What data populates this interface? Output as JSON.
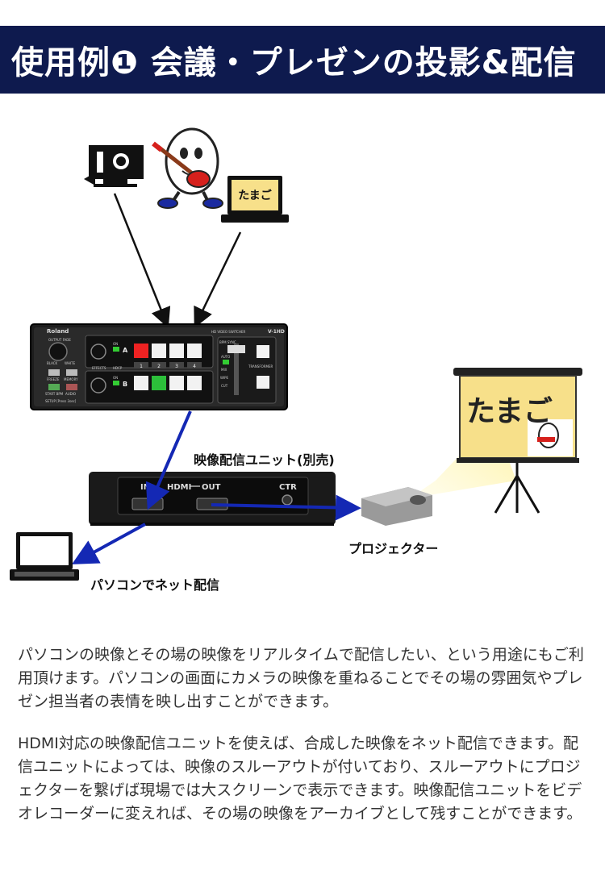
{
  "header": {
    "title": "使用例❶ 会議・プレゼンの投影&配信"
  },
  "diagram": {
    "laptop_top_screen_text": "たまご",
    "switcher": {
      "brand": "Roland",
      "model_caption": "HD VIDEO SWITCHER",
      "model": "V-1HD",
      "labels": {
        "output_fade": "OUTPUT FADE",
        "black": "BLACK",
        "white": "WHITE",
        "freeze": "FREEZE",
        "memory": "MEMORY",
        "start_bpm": "START BPM",
        "audio": "AUDIO",
        "setup": "SETUP [Press 3sec]",
        "effects": "EFFECTS",
        "hdcp": "HDCP",
        "bpm_sync": "BPM SYNC",
        "auto": "AUTO",
        "mix": "MIX",
        "wipe": "WIPE",
        "cut": "CUT",
        "transformer": "TRANSFORMER",
        "on": "ON",
        "row_a": "A",
        "row_b": "B"
      },
      "numbers": [
        "1",
        "2",
        "3",
        "4"
      ]
    },
    "streaming_unit_label": "映像配信ユニット(別売)",
    "streaming_unit_ports": {
      "in": "IN",
      "hdmi": "HDMI",
      "out": "OUT",
      "ctr": "CTR"
    },
    "projector_label": "プロジェクター",
    "pc_label": "パソコンでネット配信",
    "screen_text": "たまご"
  },
  "body": {
    "paragraph1": "パソコンの映像とその場の映像をリアルタイムで配信したい、という用途にもご利用頂けます。パソコンの画面にカメラの映像を重ねることでその場の雰囲気やプレゼン担当者の表情を映し出すことができます。",
    "paragraph2": "HDMI対応の映像配信ユニットを使えば、合成した映像をネット配信できます。配信ユニットによっては、映像のスルーアウトが付いており、スルーアウトにプロジェクターを繋げば現場では大スクリーンで表示できます。映像配信ユニットをビデオレコーダーに変えれば、その場の映像をアーカイブとして残すことができます。"
  },
  "colors": {
    "title_bg": "#0e1a4e",
    "arrow_blue": "#1428b4",
    "screen_yellow": "#f7e08a"
  }
}
